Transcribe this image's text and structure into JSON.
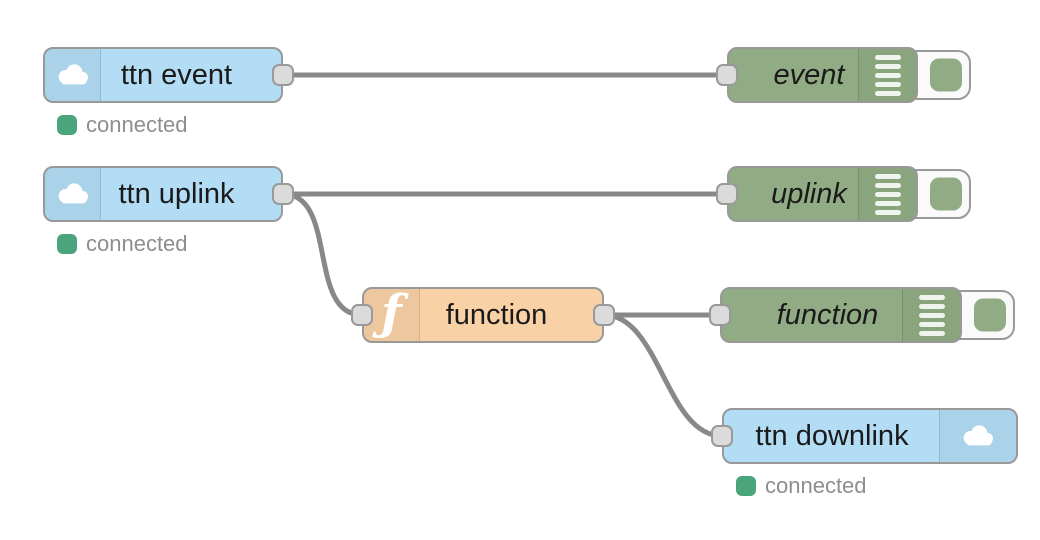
{
  "colors": {
    "ttn_node_blue": "#B2DDF5",
    "debug_node_green": "#91AC84",
    "function_node_orange": "#F8D2A6",
    "wire_gray": "#888888",
    "node_border_gray": "#999999",
    "port_fill_gray": "#DBDBDB",
    "status_dot_green": "#4AA47C",
    "status_text_gray": "#8E8E8E"
  },
  "nodes": [
    {
      "id": "ttn-event",
      "label": "ttn event",
      "kind": "ttn-input",
      "icon": "cloud",
      "status": "connected"
    },
    {
      "id": "debug-event",
      "label": "event",
      "kind": "debug",
      "icon": "debug-lines"
    },
    {
      "id": "ttn-uplink",
      "label": "ttn uplink",
      "kind": "ttn-input",
      "icon": "cloud",
      "status": "connected"
    },
    {
      "id": "debug-uplink",
      "label": "uplink",
      "kind": "debug",
      "icon": "debug-lines"
    },
    {
      "id": "function",
      "label": "function",
      "kind": "function",
      "icon": "function-f"
    },
    {
      "id": "debug-function",
      "label": "function",
      "kind": "debug",
      "icon": "debug-lines"
    },
    {
      "id": "ttn-downlink",
      "label": "ttn downlink",
      "kind": "ttn-output",
      "icon": "cloud",
      "status": "connected"
    }
  ],
  "wires": [
    {
      "from": "ttn-event",
      "to": "debug-event"
    },
    {
      "from": "ttn-uplink",
      "to": "debug-uplink"
    },
    {
      "from": "ttn-uplink",
      "to": "function"
    },
    {
      "from": "function",
      "to": "debug-function"
    },
    {
      "from": "function",
      "to": "ttn-downlink"
    }
  ]
}
